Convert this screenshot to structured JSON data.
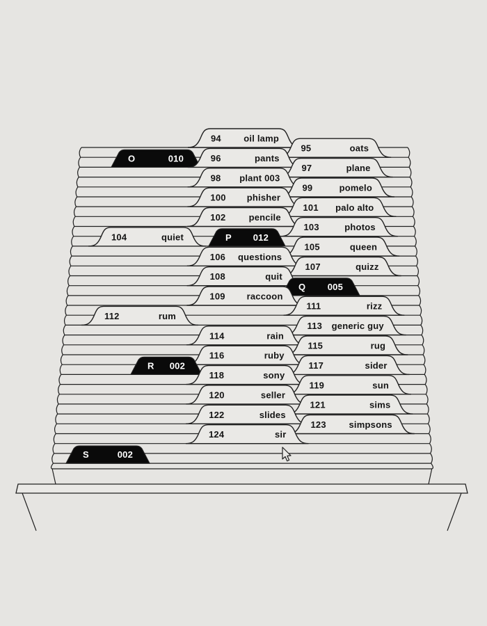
{
  "colors": {
    "background": "#e6e5e2",
    "card": "#eae9e6",
    "line": "#202020",
    "divider": "#0a0a0a",
    "divider_text": "#ffffff",
    "text": "#141414"
  },
  "cursor": "arrow-pointer",
  "drawer": {
    "cards": [
      {
        "type": "entry",
        "row": 0,
        "slot": "center",
        "number": "94",
        "label": "oil lamp"
      },
      {
        "type": "entry",
        "row": 1,
        "slot": "right",
        "number": "95",
        "label": "oats"
      },
      {
        "type": "divider",
        "row": 2,
        "slot": "left",
        "letter": "O",
        "count": "010"
      },
      {
        "type": "entry",
        "row": 2,
        "slot": "center",
        "number": "96",
        "label": "pants"
      },
      {
        "type": "entry",
        "row": 3,
        "slot": "right",
        "number": "97",
        "label": "plane"
      },
      {
        "type": "entry",
        "row": 4,
        "slot": "center",
        "number": "98",
        "label": "plant 003"
      },
      {
        "type": "entry",
        "row": 5,
        "slot": "right",
        "number": "99",
        "label": "pomelo"
      },
      {
        "type": "entry",
        "row": 6,
        "slot": "center",
        "number": "100",
        "label": "phisher"
      },
      {
        "type": "entry",
        "row": 7,
        "slot": "right",
        "number": "101",
        "label": "palo alto"
      },
      {
        "type": "entry",
        "row": 8,
        "slot": "center",
        "number": "102",
        "label": "pencile"
      },
      {
        "type": "entry",
        "row": 9,
        "slot": "right",
        "number": "103",
        "label": "photos"
      },
      {
        "type": "entry",
        "row": 10,
        "slot": "left",
        "number": "104",
        "label": "quiet"
      },
      {
        "type": "divider",
        "row": 10,
        "slot": "center",
        "letter": "P",
        "count": "012"
      },
      {
        "type": "entry",
        "row": 11,
        "slot": "right",
        "number": "105",
        "label": "queen"
      },
      {
        "type": "entry",
        "row": 12,
        "slot": "center",
        "number": "106",
        "label": "questions"
      },
      {
        "type": "entry",
        "row": 13,
        "slot": "right",
        "number": "107",
        "label": "quizz"
      },
      {
        "type": "entry",
        "row": 14,
        "slot": "center",
        "number": "108",
        "label": "quit"
      },
      {
        "type": "divider",
        "row": 15,
        "slot": "center",
        "letter": "Q",
        "count": "005"
      },
      {
        "type": "entry",
        "row": 16,
        "slot": "center",
        "number": "109",
        "label": "raccoon"
      },
      {
        "type": "entry",
        "row": 17,
        "slot": "right",
        "number": "111",
        "label": "rizz"
      },
      {
        "type": "entry",
        "row": 18,
        "slot": "left",
        "number": "112",
        "label": "rum"
      },
      {
        "type": "entry",
        "row": 19,
        "slot": "right",
        "number": "113",
        "label": "generic guy"
      },
      {
        "type": "entry",
        "row": 20,
        "slot": "center",
        "number": "114",
        "label": "rain"
      },
      {
        "type": "entry",
        "row": 21,
        "slot": "right",
        "number": "115",
        "label": "rug"
      },
      {
        "type": "entry",
        "row": 22,
        "slot": "center",
        "number": "116",
        "label": "ruby"
      },
      {
        "type": "divider",
        "row": 23,
        "slot": "left",
        "letter": "R",
        "count": "002"
      },
      {
        "type": "entry",
        "row": 23,
        "slot": "right",
        "number": "117",
        "label": "sider"
      },
      {
        "type": "entry",
        "row": 24,
        "slot": "center",
        "number": "118",
        "label": "sony"
      },
      {
        "type": "entry",
        "row": 25,
        "slot": "right",
        "number": "119",
        "label": "sun"
      },
      {
        "type": "entry",
        "row": 26,
        "slot": "center",
        "number": "120",
        "label": "seller"
      },
      {
        "type": "entry",
        "row": 27,
        "slot": "right",
        "number": "121",
        "label": "sims"
      },
      {
        "type": "entry",
        "row": 28,
        "slot": "center",
        "number": "122",
        "label": "slides"
      },
      {
        "type": "entry",
        "row": 29,
        "slot": "right",
        "number": "123",
        "label": "simpsons"
      },
      {
        "type": "entry",
        "row": 30,
        "slot": "center",
        "number": "124",
        "label": "sir"
      },
      {
        "type": "divider",
        "row": 32,
        "slot": "left",
        "letter": "S",
        "count": "002"
      }
    ]
  }
}
